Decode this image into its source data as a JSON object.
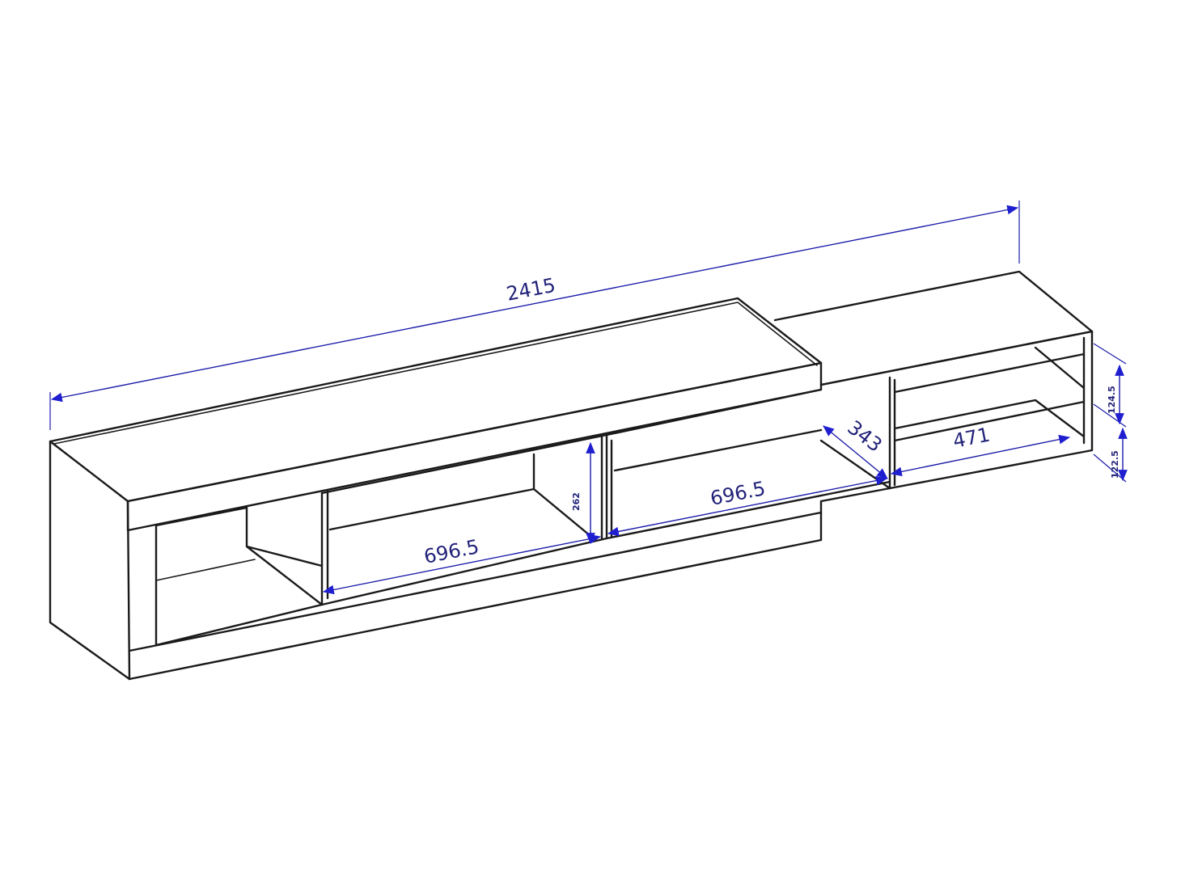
{
  "dimensions": {
    "overall_width": "2415",
    "left_shelf_width": "696.5",
    "middle_shelf_width": "696.5",
    "compartment_height": "262",
    "depth": "343",
    "right_shelf_width": "471",
    "right_upper_height": "124.5",
    "right_lower_height": "122.5"
  },
  "colors": {
    "dimension_line": "#1c1caa",
    "dimension_text": "#23237a",
    "outline": "#1a1a1a"
  }
}
